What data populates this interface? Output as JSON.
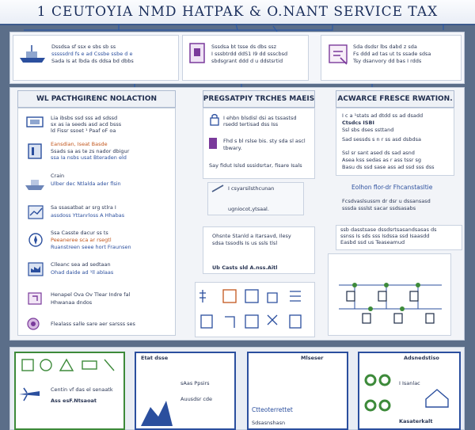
{
  "title": "1 CEUTOYIA NMD HATPAK & O.NANT SERVICE TAX",
  "top_row": [
    {
      "line1": "Dssdsa sf ssx e sbs sb ss",
      "line2": "sssssdrd fs e ad Cssbe ssbe d e",
      "line3": "Sada Is at lbda ds ddsa bd dbbs"
    },
    {
      "line1": "Sssdsa bt tsse ds dbs ssz",
      "line2": "I sssbtrdd ddS1 I9 dd ssscbsd",
      "line3": "sbdsgrant ddd d u ddstsrtid"
    },
    {
      "line1": "Sda dsdsr lbs dabd z sda",
      "line2": "Fs ddd ad tas ut ts ssade sdsa",
      "line3": "Tsy dsanvory dd bas  I rdds"
    }
  ],
  "left": {
    "header": "WL PACTHGIRENC NOLACTION",
    "items": [
      {
        "a": "Lia ibsbs ssd sss ad sdssd",
        "b": "sx as ia seeds asd acd bsss",
        "c": "ld Fissr ssoet ¹ Paaf oF oa"
      },
      {
        "a": "Eansdian, Iseat Basde",
        "b": "Ssads sa as te zs nador dbigur",
        "b2": "ssa Ia nsbs usat Bteraden eld"
      },
      {
        "a": "Crain",
        "b": "Ulber dec Ntlalda ader flsin"
      },
      {
        "a": "Sa ssasatbat ar srg stlra I",
        "b": "assdoss Yttanrloss A Hhabas"
      },
      {
        "a": "Ssa Casste dacur ss ts",
        "b": "Peeaneree sca ar rsegtl",
        "c": "Ruanstreen seee hort Fraunsen"
      },
      {
        "a": "Clleanc sea ad sedtaan",
        "b": "Ohad daide ad ¹ll ablaas"
      },
      {
        "a": "Henapel Ova Ov  Tlear Indre fal",
        "b": "Hhwanaa dndos"
      },
      {
        "a": "Flealass salle sare aer sarsss ses"
      }
    ]
  },
  "middle": {
    "header": "PREGSATPIY TRCHES MAEIS",
    "items": [
      {
        "a": "I ehbn blsdisl dsi as tssastsd",
        "b": "rsedd tertisad dss Iss"
      },
      {
        "a": "Fhd s bl rslse bis. sty sda sl ascl",
        "b": "tbwary."
      },
      {
        "a": "Say fidut Islsd sssidsrtar, fisare Isals"
      }
    ],
    "tag": "I csyarsilsthcunan",
    "tag2": "ugniocot,ytsaal.",
    "note1": "Ohsnte Stanld a Itarsavd, Ilesy",
    "note2": "sdsa tssodls Is us ssls tlsl",
    "note3": "Ub Casts sld A.nss.Aitl"
  },
  "right": {
    "header": "ACWARCE FRESCE RWATION.",
    "items": [
      {
        "a": "I c a  ¹stats ad dtdd ss ad dsadd",
        "b": "Ctsdcs  ISBI",
        "c": "Ssl sbs dses ssttand"
      },
      {
        "a": "Sad sessds s n r ss asd dsbdsa"
      },
      {
        "a": "Ssl sr sant ased ds sad asnd",
        "b": "Asea kss sedas as r ass tssr sg",
        "c": "Basu ds ssd sase ass ad ssd sss dss"
      }
    ],
    "link": "Eolhon flor-dr Fhcanstasltie",
    "note": "Fcsdvaslsussm dr dsr u dssansasd",
    "note_b": "sssda ssslst sacar ssdsasabs",
    "box": {
      "a": "ssb dasstsase dssdsrtsasandsasas ds",
      "b": "ssnss Is sds sss Isdssa ssd Isaasdd",
      "c": "Easbd ssd us Teaseamud"
    }
  },
  "bottom": [
    {
      "a": "Centin vf das el senaatk",
      "b": "Ass esF.Ntsaoat"
    },
    {
      "a": "Etat dsse",
      "b": "sAas Ppsirs",
      "c": "Auusdsr cde"
    },
    {
      "a": "Mlseser",
      "b": "Ctteoterrettet",
      "c": "Sdsasnshasn"
    },
    {
      "a": "Adsnedstiso",
      "b": "I Isanlac",
      "c": "Kasaterkalt"
    }
  ],
  "colors": {
    "accent": "#2b4f9e",
    "orange": "#c2561c",
    "purple": "#7a3a9b",
    "green": "#3d8a3a"
  }
}
